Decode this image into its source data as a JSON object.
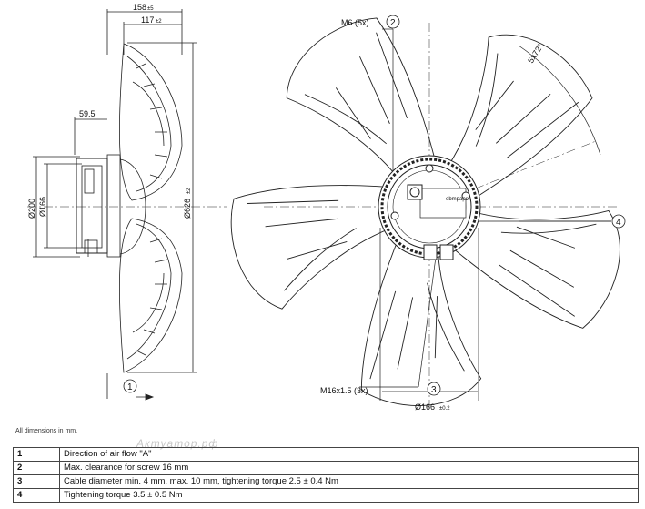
{
  "side_view": {
    "dim_overall_depth": "158",
    "dim_overall_depth_tol": "±5",
    "dim_impeller_depth": "117",
    "dim_impeller_depth_tol": "±2",
    "dim_motor_offset": "59.5",
    "dim_dia_200": "Ø200",
    "dim_dia_166": "Ø166",
    "dim_dia_626": "Ø626",
    "dim_dia_626_tol": "±2"
  },
  "front_view": {
    "dim_screw": "M6 (5x)",
    "dim_angle": "5x72°",
    "dim_thread": "M16x1.5 (3x)",
    "dim_bolt_circle": "Ø166",
    "dim_bolt_circle_tol": "±0.2",
    "brand_label": "ebmpapst"
  },
  "callouts": [
    "1",
    "2",
    "3",
    "4"
  ],
  "note": "All dimensions in mm.",
  "watermark": "Актуатор.рф",
  "legend": [
    {
      "num": "1",
      "text": "Direction of air flow \"A\""
    },
    {
      "num": "2",
      "text": "Max. clearance for screw 16 mm"
    },
    {
      "num": "3",
      "text": "Cable diameter min. 4 mm, max. 10 mm, tightening torque 2.5 ± 0.4 Nm"
    },
    {
      "num": "4",
      "text": "Tightening torque 3.5 ± 0.5 Nm"
    }
  ]
}
